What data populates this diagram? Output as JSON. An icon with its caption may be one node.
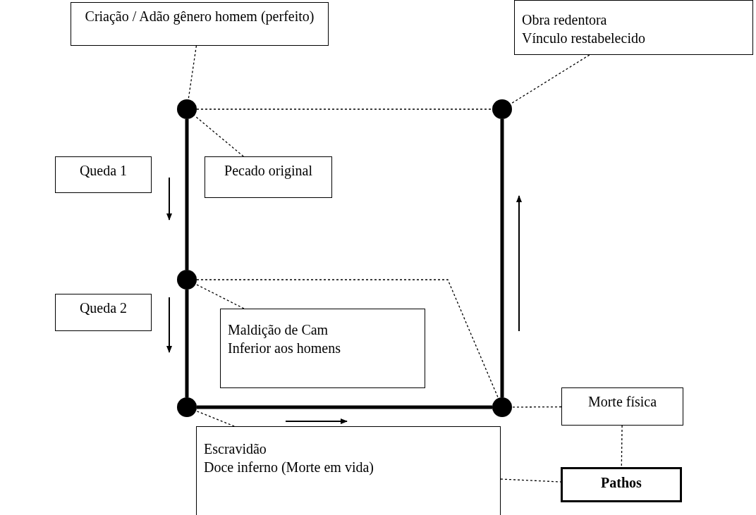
{
  "diagram": {
    "nodes": [
      {
        "text": [
          "Criação / Adão gênero homem (perfeito)"
        ]
      },
      {
        "text": [
          "Obra redentora",
          "Vínculo restabelecido"
        ]
      },
      {
        "text": [
          "Queda 1"
        ]
      },
      {
        "text": [
          "Pecado original"
        ]
      },
      {
        "text": [
          "Queda 2"
        ]
      },
      {
        "text": [
          "Maldição de Cam",
          "Inferior aos homens"
        ]
      },
      {
        "text": [
          "Morte física"
        ]
      },
      {
        "text": [
          "Escravidão",
          "Doce inferno (Morte em vida)"
        ]
      },
      {
        "text": [
          "Pathos"
        ]
      },
      {
        "text": [],
        "shape": "circle"
      },
      {
        "text": [],
        "shape": "circle"
      },
      {
        "text": [],
        "shape": "circle"
      },
      {
        "text": [],
        "shape": "circle"
      },
      {
        "text": [],
        "shape": "circle"
      }
    ],
    "edges": [
      {
        "from": 0,
        "to": 9,
        "arrow": "none",
        "style": "dashed"
      },
      {
        "from": 1,
        "to": 10,
        "arrow": "none",
        "style": "dashed"
      },
      {
        "from": 3,
        "to": 9,
        "arrow": "none",
        "style": "dashed"
      },
      {
        "from": 5,
        "to": 11,
        "arrow": "none",
        "style": "dashed"
      },
      {
        "from": 7,
        "to": 12,
        "arrow": "none",
        "style": "dashed"
      },
      {
        "from": 6,
        "to": 13,
        "arrow": "none",
        "style": "dashed"
      },
      {
        "from": 6,
        "to": 8,
        "arrow": "none",
        "style": "dashed"
      },
      {
        "from": 7,
        "to": 8,
        "arrow": "none",
        "style": "dashed"
      },
      {
        "from": 9,
        "to": 10,
        "arrow": "none",
        "style": "dashed"
      },
      {
        "from": 9,
        "to": 11,
        "arrow": "none",
        "style": "thick"
      },
      {
        "from": 11,
        "to": 12,
        "arrow": "none",
        "style": "thick"
      },
      {
        "from": 12,
        "to": 13,
        "arrow": "none",
        "style": "thick"
      },
      {
        "from": 13,
        "to": 10,
        "arrow": "none",
        "style": "thick"
      },
      {
        "from": 11,
        "to": 13,
        "arrow": "none",
        "style": "dashed"
      }
    ]
  }
}
